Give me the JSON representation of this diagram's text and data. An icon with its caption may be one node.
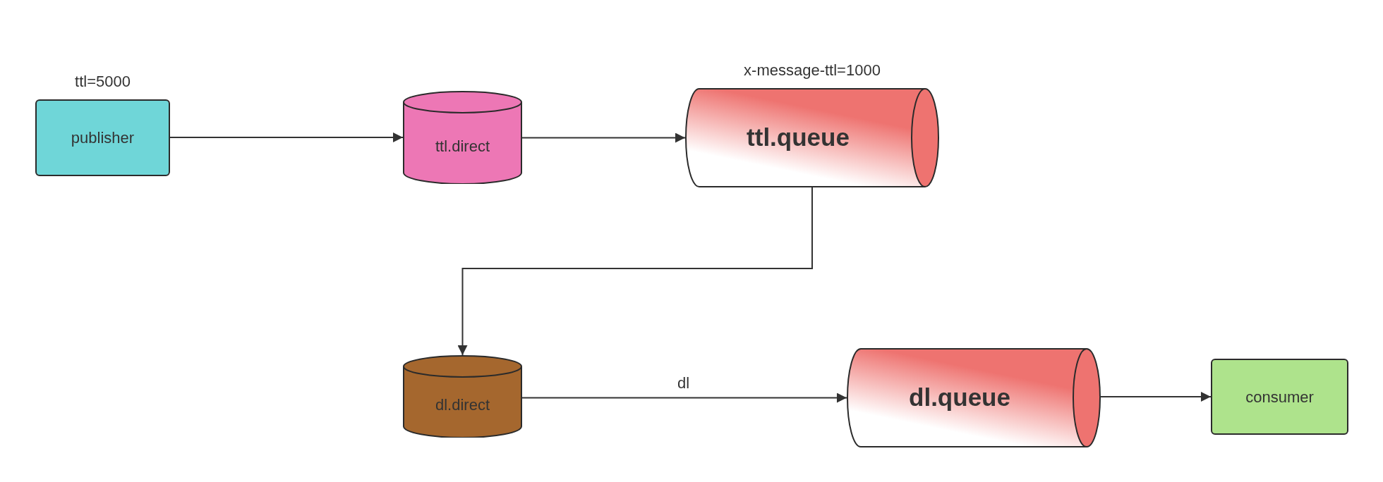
{
  "diagram": {
    "nodes": [
      {
        "text": [
          "publisher"
        ],
        "beside": [
          "ttl=5000"
        ]
      },
      {
        "text": [
          "ttl.direct"
        ]
      },
      {
        "text": [
          "ttl.queue"
        ],
        "beside": [
          "x-message-ttl=1000"
        ]
      },
      {
        "text": [
          "dl.direct"
        ]
      },
      {
        "text": [
          "dl.queue"
        ]
      },
      {
        "text": [
          "consumer"
        ]
      }
    ],
    "edges": [
      {
        "from": 0,
        "to": 1,
        "arrow": "to"
      },
      {
        "from": 1,
        "to": 2,
        "arrow": "to"
      },
      {
        "from": 2,
        "to": 3,
        "arrow": "to"
      },
      {
        "from": 3,
        "to": 4,
        "arrow": "to",
        "label": "dl"
      },
      {
        "from": 4,
        "to": 5,
        "arrow": "to"
      }
    ]
  }
}
